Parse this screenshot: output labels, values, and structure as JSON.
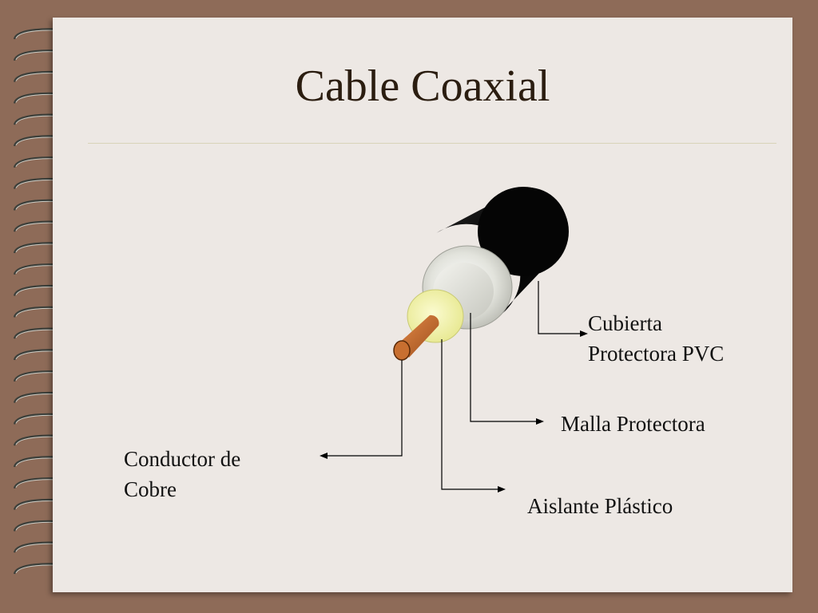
{
  "slide": {
    "title": "Cable Coaxial",
    "colors": {
      "frame": "#8e6b58",
      "page": "#ede8e4",
      "jacket": "#050505",
      "shield": "#e3e3dc",
      "insulator": "#f2f3a8",
      "conductor": "#c06a2e"
    }
  },
  "diagram": {
    "labels": {
      "cubierta": [
        "Cubierta",
        "Protectora PVC"
      ],
      "malla": "Malla Protectora",
      "conductor": [
        "Conductor de",
        "Cobre"
      ],
      "aislante": "Aislante Plástico"
    }
  }
}
